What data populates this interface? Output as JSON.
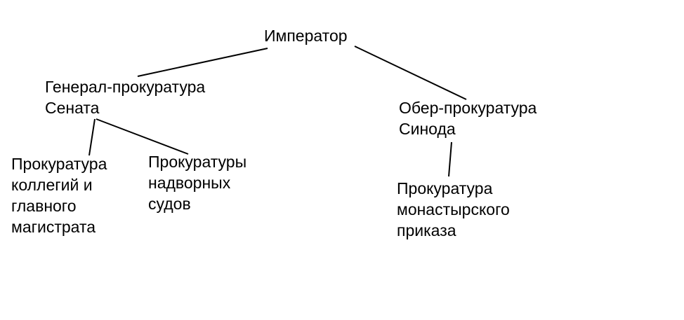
{
  "diagram": {
    "nodes": [
      {
        "id": "emperor",
        "lines": [
          "Император"
        ]
      },
      {
        "id": "general_prosecutor",
        "lines": [
          "Генерал-прокуратура",
          "Сената"
        ]
      },
      {
        "id": "ober_prosecutor",
        "lines": [
          "Обер-прокуратура",
          "Синода"
        ]
      },
      {
        "id": "colleges",
        "lines": [
          "Прокуратура",
          "коллегий и",
          "главного",
          "магистрата"
        ]
      },
      {
        "id": "courts",
        "lines": [
          "Прокуратуры",
          "надворных",
          "судов"
        ]
      },
      {
        "id": "monastery",
        "lines": [
          "Прокуратура",
          "монастырского",
          "приказа"
        ]
      }
    ],
    "edges": [
      {
        "from": "emperor",
        "to": "general_prosecutor"
      },
      {
        "from": "emperor",
        "to": "ober_prosecutor"
      },
      {
        "from": "general_prosecutor",
        "to": "colleges"
      },
      {
        "from": "general_prosecutor",
        "to": "courts"
      },
      {
        "from": "ober_prosecutor",
        "to": "monastery"
      }
    ]
  }
}
